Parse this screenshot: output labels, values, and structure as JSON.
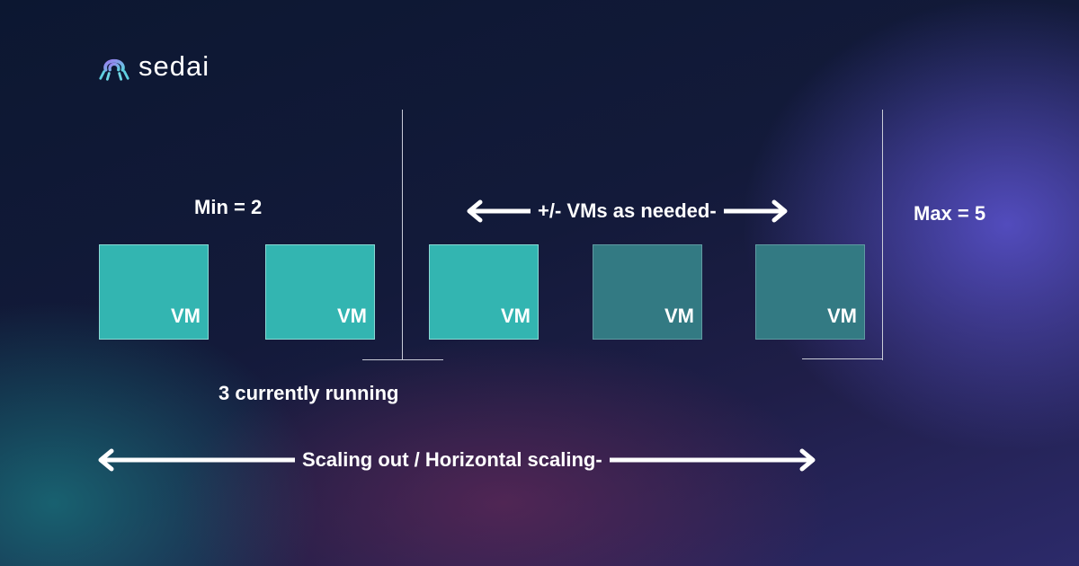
{
  "logo": {
    "text": "sedai",
    "icon": "sedai-logo-icon"
  },
  "labels": {
    "min": "Min = 2",
    "max": "Max = 5",
    "running": "3 currently running",
    "vms_needed": "+/- VMs as needed-",
    "scaling": "Scaling out / Horizontal scaling-"
  },
  "vms": [
    {
      "label": "VM",
      "state": "running"
    },
    {
      "label": "VM",
      "state": "running"
    },
    {
      "label": "VM",
      "state": "running"
    },
    {
      "label": "VM",
      "state": "reserve"
    },
    {
      "label": "VM",
      "state": "reserve"
    }
  ],
  "colors": {
    "vm_running": "#33b5b1",
    "vm_reserve": "#337a83",
    "text": "#ffffff",
    "lines": "#c9ccd8"
  }
}
